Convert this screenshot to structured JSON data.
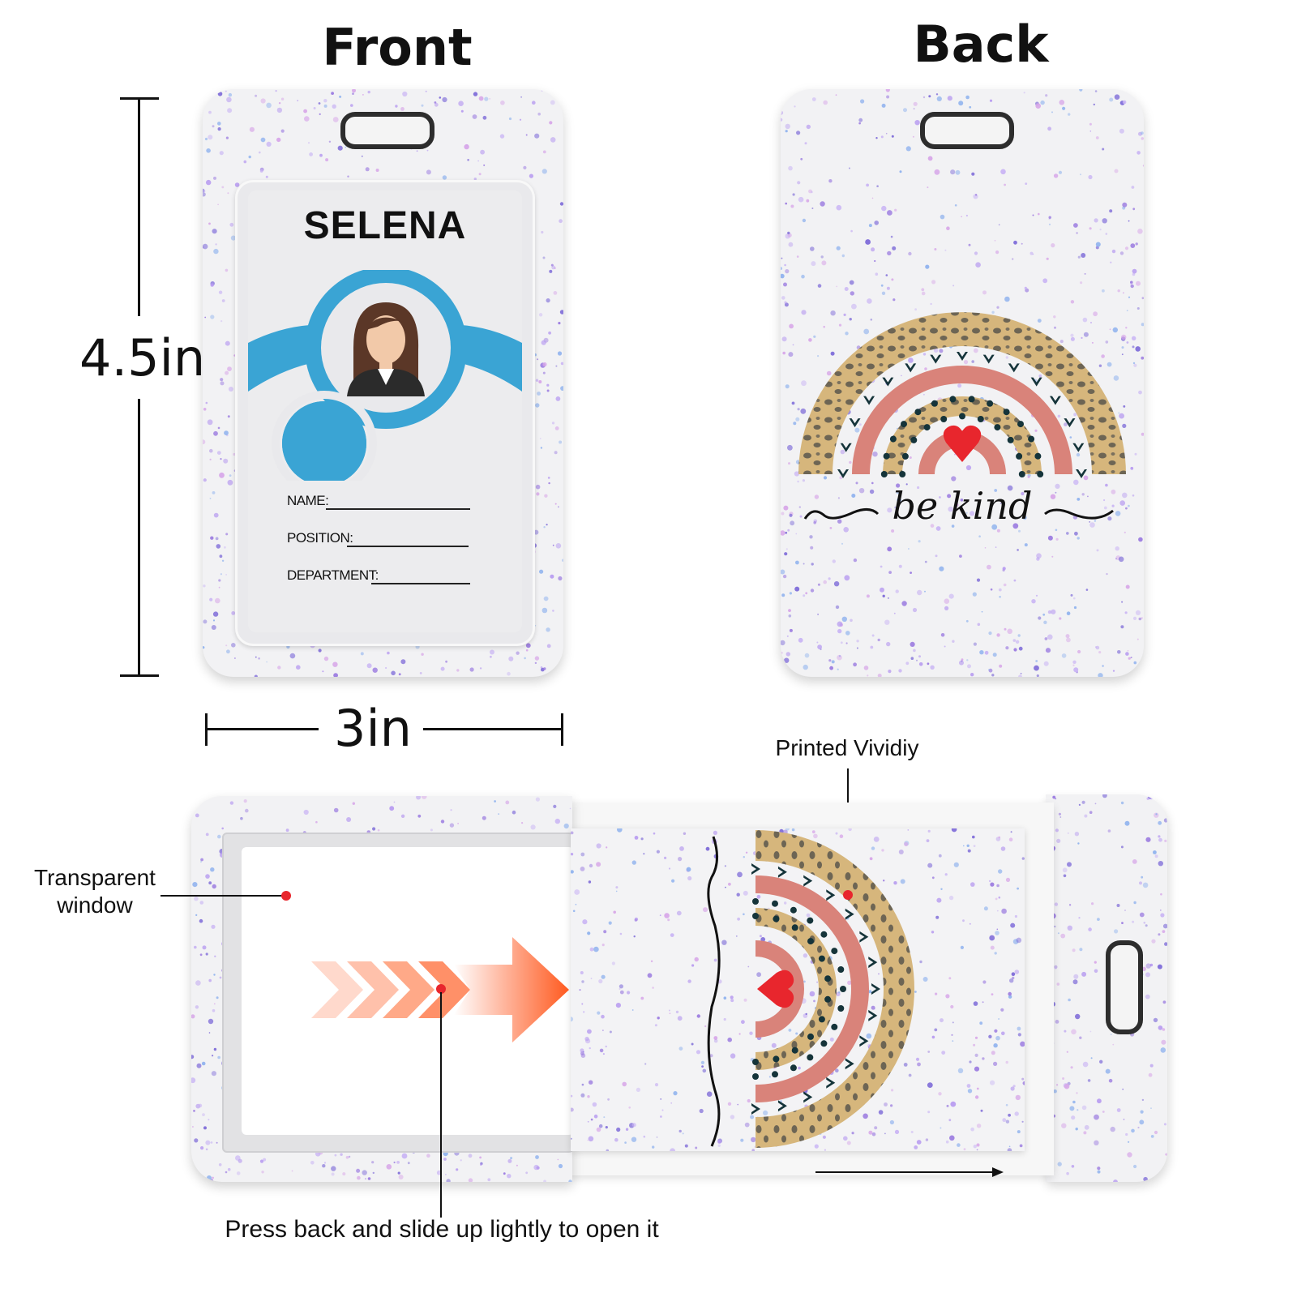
{
  "labels": {
    "front": "Front",
    "back": "Back",
    "height": "4.5in",
    "width": "3in"
  },
  "front_card": {
    "name": "SELENA",
    "fields": [
      "NAME:",
      "POSITION:",
      "DEPARTMENT:"
    ]
  },
  "back_card": {
    "script": "be kind"
  },
  "callouts": {
    "printed": "Printed Vividiy",
    "window_line1": "Transparent",
    "window_line2": "window",
    "instruction": "Press back and slide up lightly to open it"
  },
  "colors": {
    "glitter": "#9b7be0",
    "accent_blue": "#3aa4d4",
    "arrow": "#ff5a1f",
    "rainbow_pink": "#d9837a",
    "heart": "#e8262d"
  }
}
